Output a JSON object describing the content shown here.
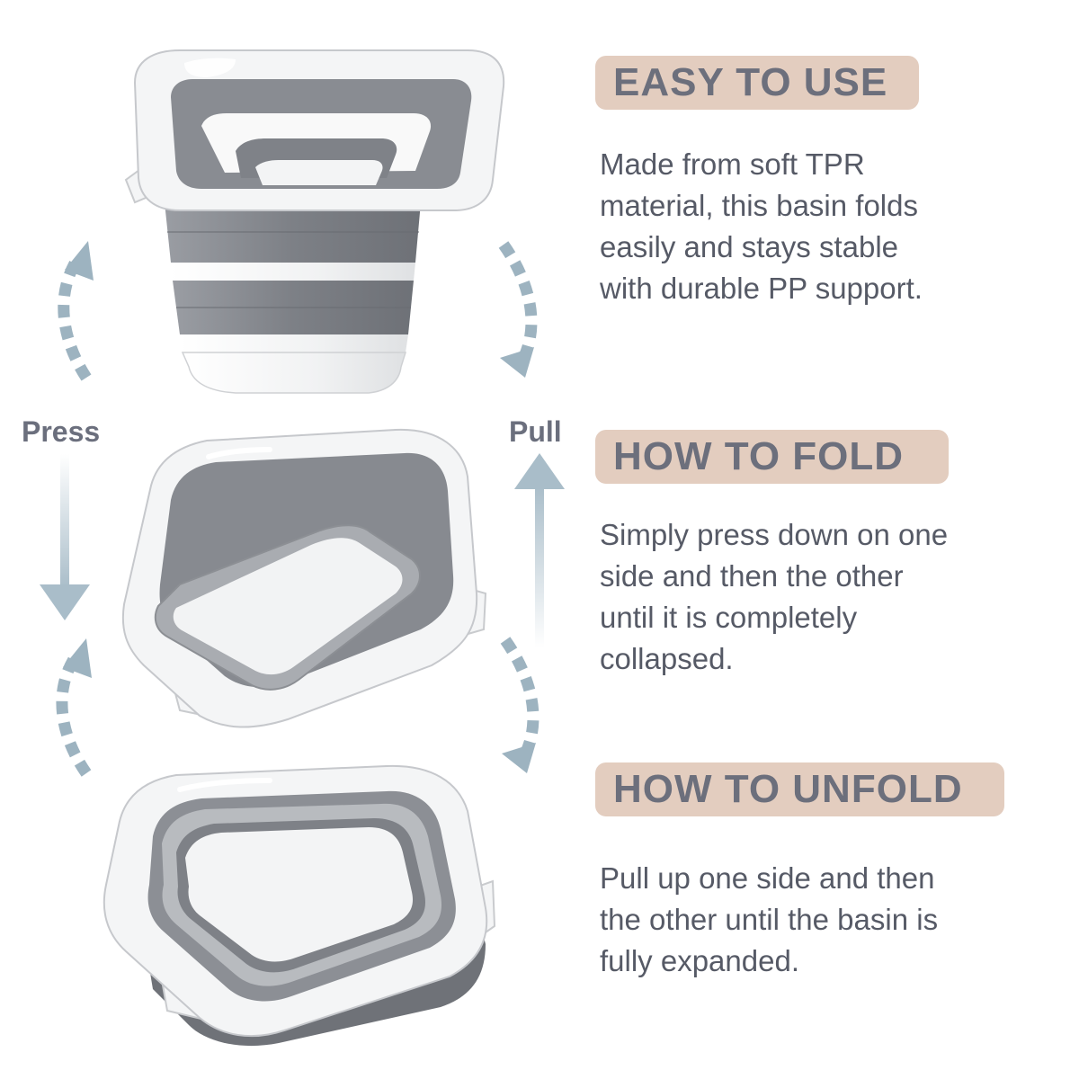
{
  "labels": {
    "press": "Press",
    "pull": "Pull"
  },
  "sections": [
    {
      "heading": "EASY TO USE",
      "lines": [
        "Made from soft TPR",
        "material, this basin folds",
        "easily and stays stable",
        "with durable PP support."
      ]
    },
    {
      "heading": "HOW TO FOLD",
      "lines": [
        "Simply press down on one",
        "side and then the other",
        "until it is completely",
        "collapsed."
      ]
    },
    {
      "heading": "HOW TO UNFOLD",
      "lines": [
        "Pull up one side and then",
        "the other until the basin is",
        "fully expanded."
      ]
    }
  ],
  "colors": {
    "heading_bg": "#e3cdbf",
    "heading_text": "#6c6f7c",
    "body_text": "#565a66",
    "arrow": "#9db3c0",
    "basin_gray": "#808389",
    "basin_white": "#f4f5f6"
  },
  "illustrations": [
    {
      "name": "basin-expanded-illustration"
    },
    {
      "name": "basin-half-folded-illustration"
    },
    {
      "name": "basin-collapsed-illustration"
    }
  ]
}
